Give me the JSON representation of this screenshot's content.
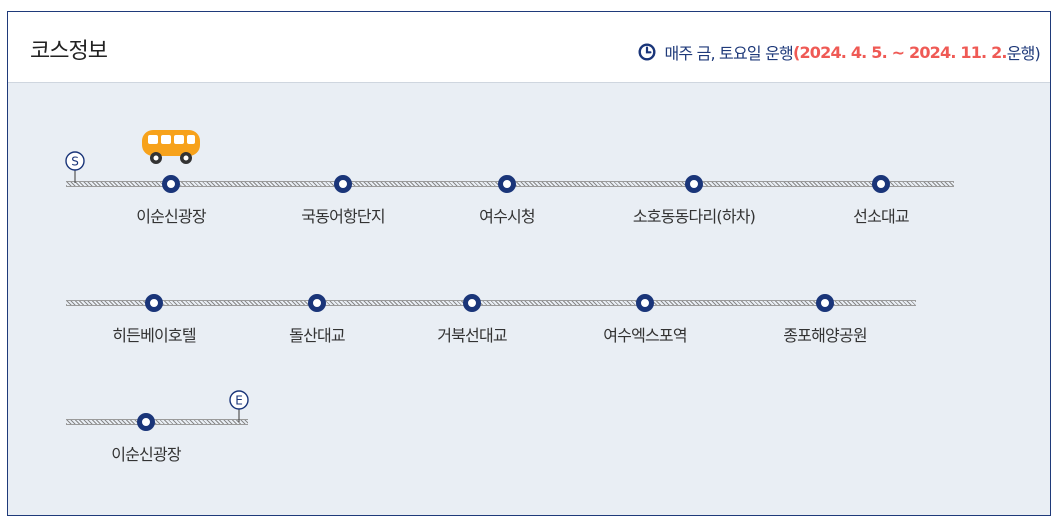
{
  "header": {
    "title": "코스정보",
    "schedule_text": "매주 금, 토요일 운행",
    "schedule_open": "(",
    "schedule_dates": "2024. 4. 5. ~ 2024. 11. 2.",
    "schedule_tail": " 운행)",
    "icon": "clock-icon"
  },
  "route": {
    "start_marker": "S",
    "end_marker": "E",
    "vehicle_icon": "bus-icon",
    "rows": [
      {
        "stops": [
          "이순신광장",
          "국동어항단지",
          "여수시청",
          "소호동동다리(하차)",
          "선소대교"
        ]
      },
      {
        "stops": [
          "히든베이호텔",
          "돌산대교",
          "거북선대교",
          "여수엑스포역",
          "종포해양공원"
        ]
      },
      {
        "stops": [
          "이순신광장"
        ]
      }
    ]
  },
  "colors": {
    "accent": "#1a3579",
    "date_highlight": "#ef5a55",
    "bus": "#f7a21b",
    "background": "#e9eef4"
  }
}
